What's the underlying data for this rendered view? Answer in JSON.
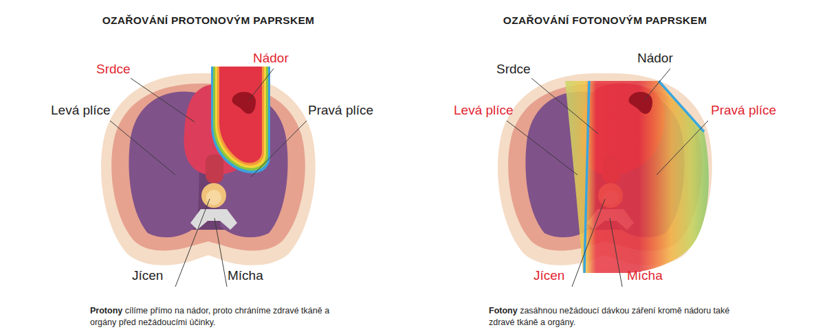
{
  "diagram": {
    "labels": [
      "OZAŘOVÁNÍ PROTONOVÝM PAPRSKEM",
      "Srdce",
      "Nádor",
      "Levá plíce",
      "Pravá plíce",
      "Jícen",
      "Mícha",
      "Protony",
      "cílíme přímo na nádor, proto chráníme zdravé tkáně a orgány před nežádoucími účinky.",
      "OZAŘOVÁNÍ FOTONOVÝM PAPRSKEM",
      "Srdce",
      "Nádor",
      "Levá plíce",
      "Pravá plíce",
      "Jícen",
      "Mícha",
      "Fotony",
      "zasáhnou nežádoucí dávkou záření kromě nádoru také zdravé tkáně a orgány."
    ]
  }
}
